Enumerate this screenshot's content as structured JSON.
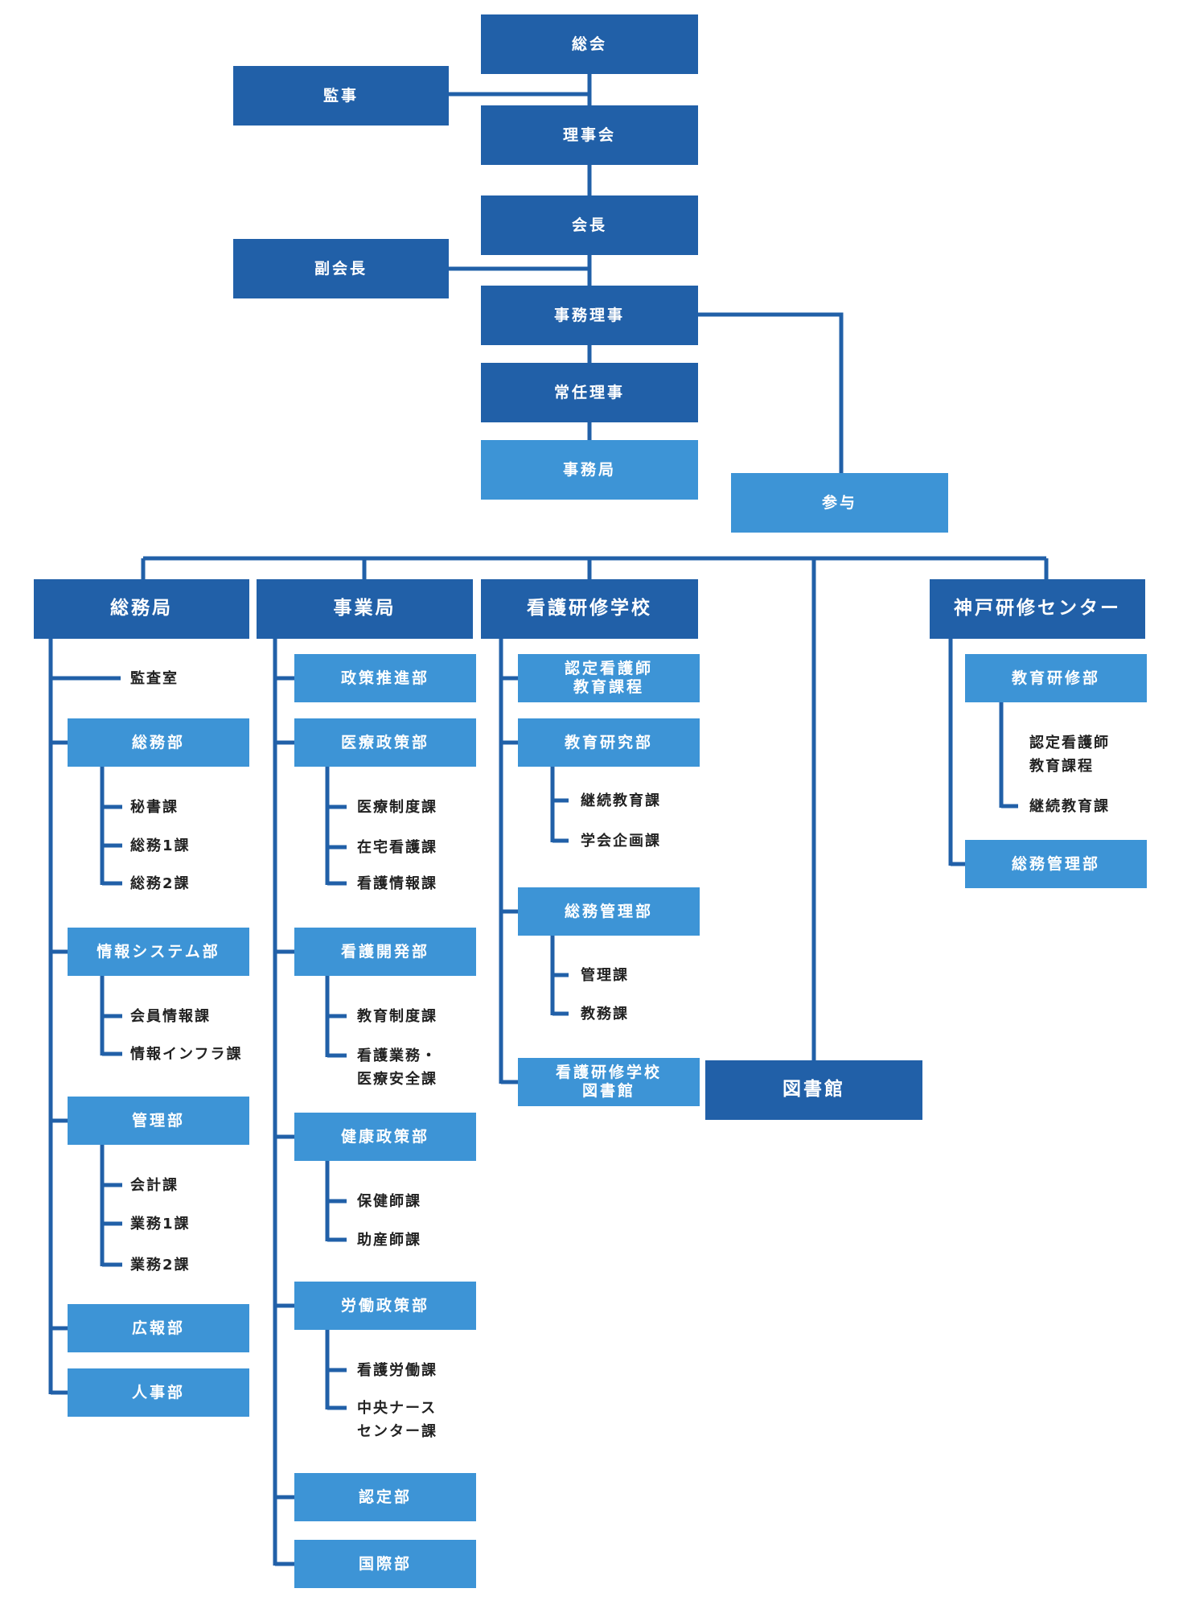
{
  "top": {
    "soukai": "総会",
    "kanji": "監事",
    "rijikai": "理事会",
    "kaicho": "会長",
    "fukukaicho": "副会長",
    "jimu_riji": "事務理事",
    "jonin_riji": "常任理事",
    "jimukyoku": "事務局",
    "sanyo": "参与"
  },
  "somukyoku": {
    "title": "総務局",
    "kansashitsu": "監査室",
    "somubu": "総務部",
    "hisho": "秘書課",
    "somu1": "総務1課",
    "somu2": "総務2課",
    "joho_system": "情報システム部",
    "kaiin_joho": "会員情報課",
    "joho_infra": "情報インフラ課",
    "kanribu": "管理部",
    "kaikei": "会計課",
    "gyomu1": "業務1課",
    "gyomu2": "業務2課",
    "kohobu": "広報部",
    "jinjibu": "人事部"
  },
  "jigyokyoku": {
    "title": "事業局",
    "seisaku_suishin": "政策推進部",
    "iryo_seisaku": "医療政策部",
    "iryo_seido": "医療制度課",
    "zaitaku": "在宅看護課",
    "kango_joho": "看護情報課",
    "kango_kaihatsu": "看護開発部",
    "kyoiku_seido": "教育制度課",
    "kango_gyomu_1": "看護業務・",
    "kango_gyomu_2": "医療安全課",
    "kenko_seisaku": "健康政策部",
    "hokenshi": "保健師課",
    "josanshi": "助産師課",
    "rodo_seisaku": "労働政策部",
    "kango_rodo": "看護労働課",
    "chuo_nurse_1": "中央ナース",
    "chuo_nurse_2": "センター課",
    "nintei": "認定部",
    "kokusai": "国際部"
  },
  "gakko": {
    "title": "看護研修学校",
    "nintei_kyoiku_1": "認定看護師",
    "nintei_kyoiku_2": "教育課程",
    "kyoiku_kenkyu": "教育研究部",
    "keizoku": "継続教育課",
    "gakkai": "学会企画課",
    "somu_kanri": "総務管理部",
    "kanri": "管理課",
    "kyomu": "教務課",
    "toshokan_1": "看護研修学校",
    "toshokan_2": "図書館"
  },
  "toshokan": "図書館",
  "kobe": {
    "title": "神戸研修センター",
    "kyoiku_kenshu": "教育研修部",
    "nintei_1": "認定看護師",
    "nintei_2": "教育課程",
    "keizoku": "継続教育課",
    "somu_kanri": "総務管理部"
  },
  "colors": {
    "dark": "#2160a8",
    "light": "#3d94d6",
    "line": "#2160a8"
  }
}
